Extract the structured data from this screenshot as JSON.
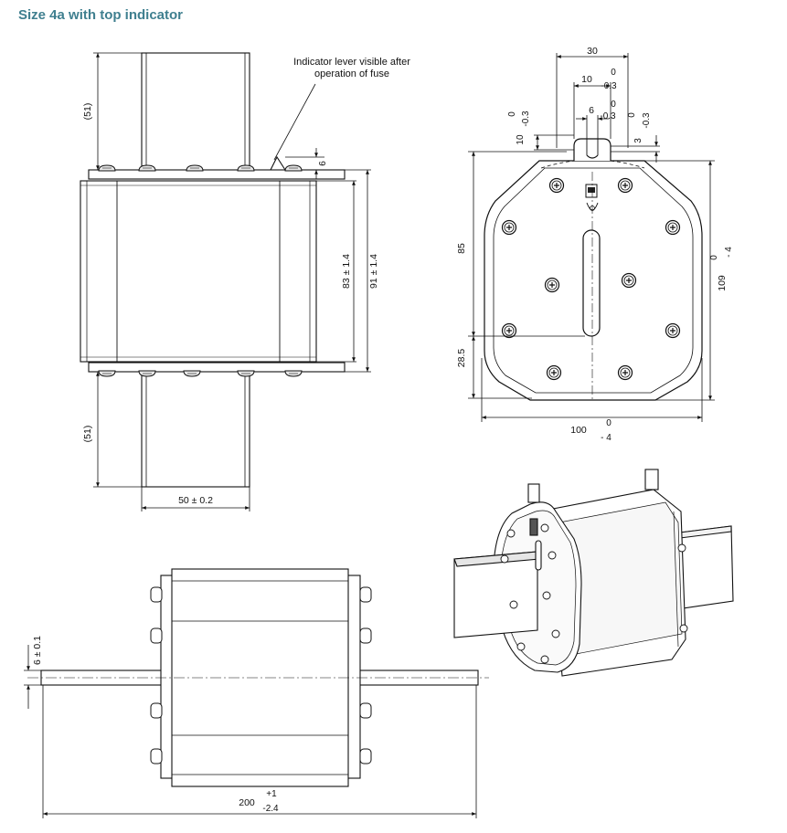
{
  "title": "Size 4a with top indicator",
  "top_view": {
    "dim_top_lead": "(51)",
    "dim_bottom_lead": "(51)",
    "dim_indicator": "6",
    "dim_inner_height": "83 ± 1.4",
    "dim_outer_height": "91 ± 1.4",
    "dim_width": "50  ± 0.2",
    "callout_line1": "Indicator lever visible after",
    "callout_line2": "operation of fuse"
  },
  "end_view": {
    "dim_30": "30",
    "dim_10": "10",
    "tol_10_upper": "0",
    "tol_10_lower": "-0.3",
    "dim_6": "6",
    "tol_6_upper": "0",
    "tol_6_lower": "-0.3",
    "dim_left_10": "10",
    "tol_left_upper": "0",
    "tol_left_lower": "-0.3",
    "dim_3": "3",
    "tol_3_upper": "0",
    "tol_3_lower": "-0.3",
    "dim_85": "85",
    "dim_28_5": "28.5",
    "dim_109": "109",
    "tol_109_upper": "0",
    "tol_109_lower": "- 4",
    "dim_100": "100",
    "tol_100_upper": "0",
    "tol_100_lower": "- 4"
  },
  "side_view": {
    "dim_6": "6 ± 0.1",
    "dim_200": "200",
    "tol_200_upper": "+1",
    "tol_200_lower": "-2.4"
  }
}
